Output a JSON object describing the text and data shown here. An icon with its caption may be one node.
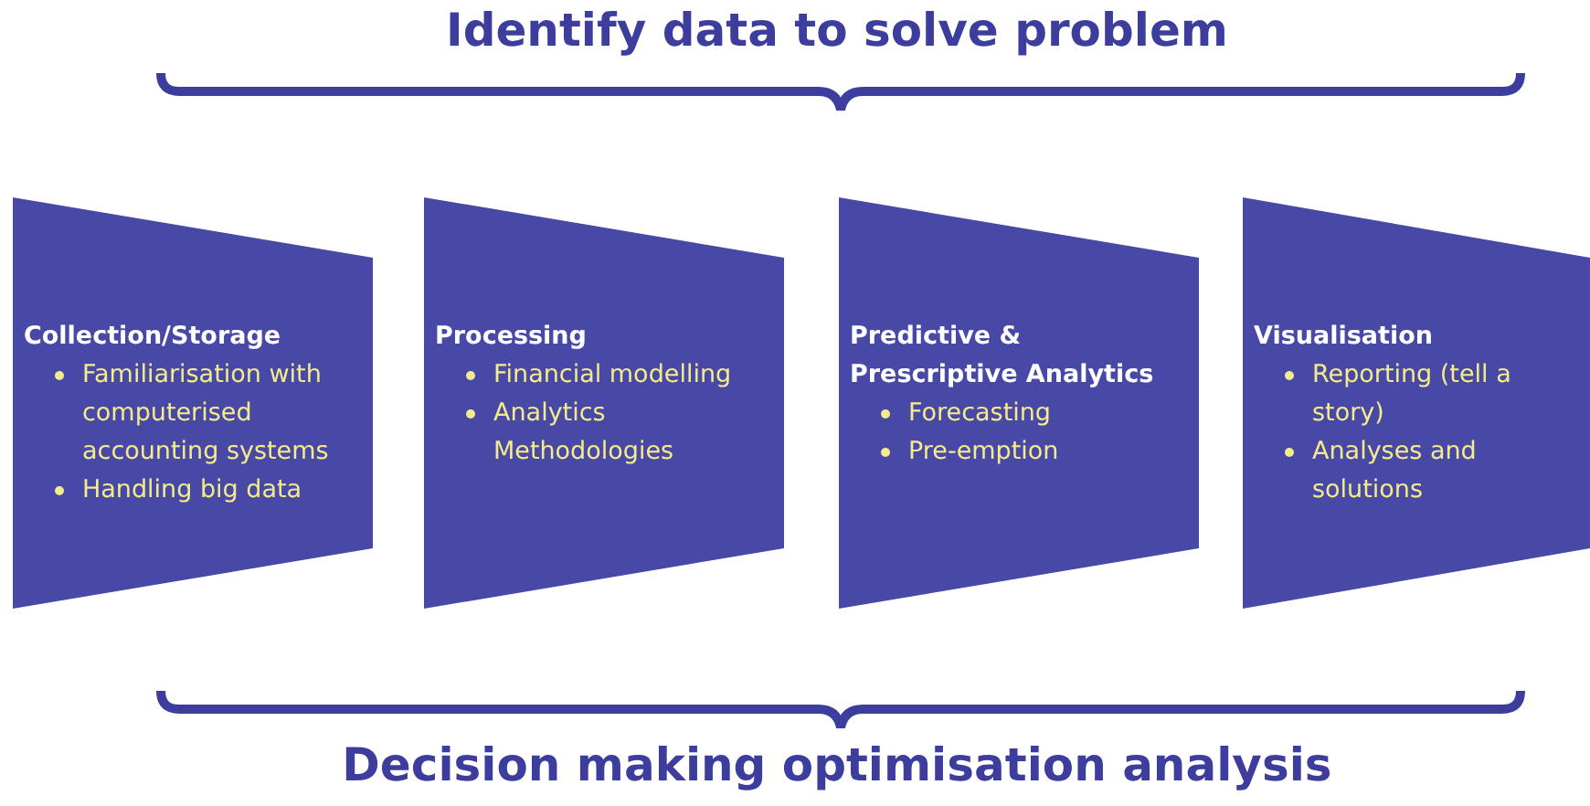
{
  "diagram": {
    "title": "Identify data to solve problem",
    "caption": "Decision making optimisation analysis",
    "nodes": [
      {
        "text": [
          "Collection/Storage",
          "Familiarisation with computerised accounting systems",
          "Handling big data"
        ]
      },
      {
        "text": [
          "Processing",
          "Financial modelling",
          "Analytics Methodologies"
        ]
      },
      {
        "text": [
          "Predictive & Prescriptive Analytics",
          "Forecasting",
          "Pre-emption"
        ]
      },
      {
        "text": [
          "Visualisation",
          "Reporting (tell a story)",
          "Analyses and solutions"
        ]
      }
    ]
  }
}
